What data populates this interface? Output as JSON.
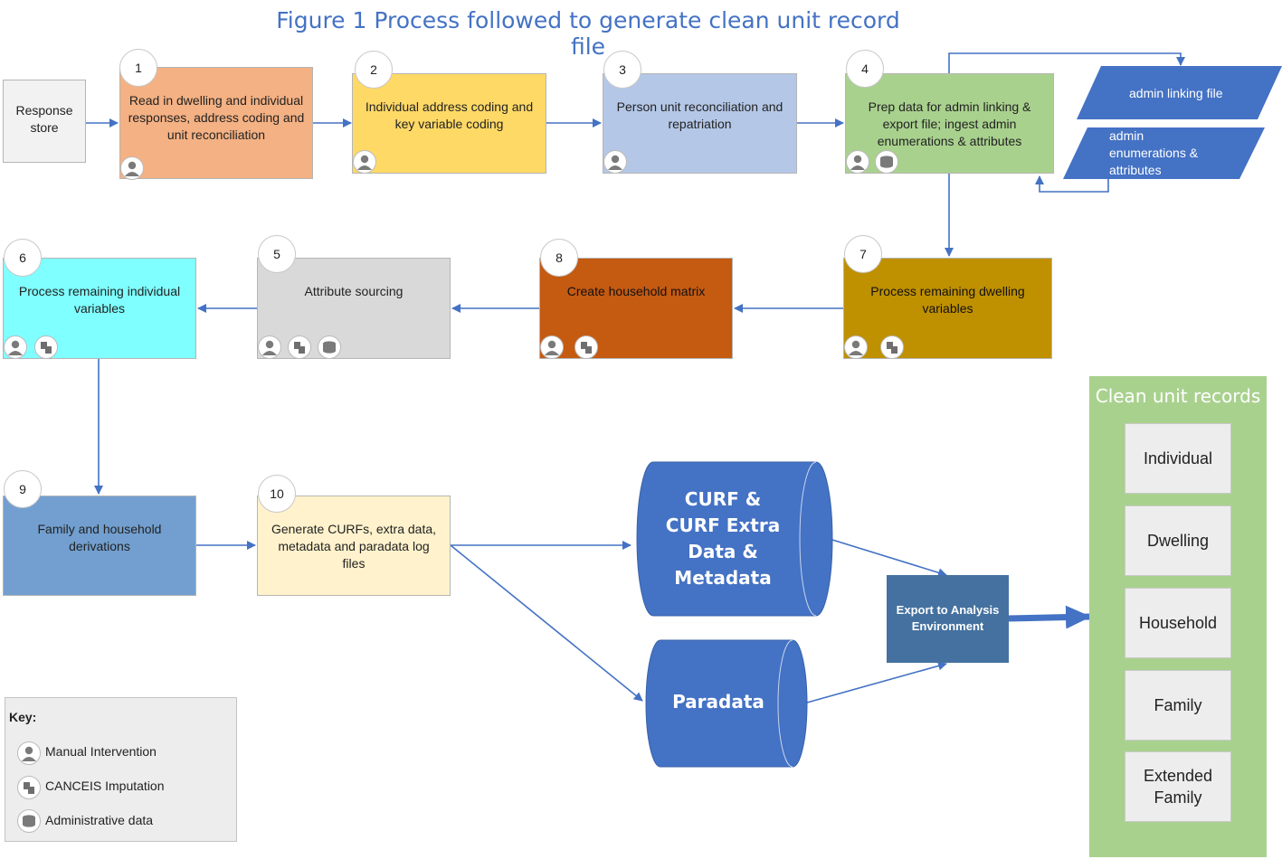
{
  "title": "Figure 1  Process followed to generate clean unit record file",
  "response_store": "Response store",
  "steps": [
    {
      "num": "1",
      "text": "Read in dwelling and individual responses, address coding and unit reconciliation"
    },
    {
      "num": "2",
      "text": "Individual  address coding and key variable coding"
    },
    {
      "num": "3",
      "text": "Person unit reconciliation and repatriation"
    },
    {
      "num": "4",
      "text": "Prep data for admin linking & export file; ingest admin enumerations & attributes"
    },
    {
      "num": "5",
      "text": "Attribute sourcing"
    },
    {
      "num": "6",
      "text": "Process remaining individual variables"
    },
    {
      "num": "7",
      "text": "Process remaining dwelling variables"
    },
    {
      "num": "8",
      "text": "Create household matrix"
    },
    {
      "num": "9",
      "text": "Family and household derivations"
    },
    {
      "num": "10",
      "text": "Generate CURFs, extra data, metadata and paradata log files"
    }
  ],
  "admin_linking_file": "admin linking file",
  "admin_enumerations": "admin enumerations & attributes",
  "curf_cylinder": "CURF & CURF Extra Data & Metadata",
  "paradata_cylinder": "Paradata",
  "export_box": "Export to Analysis Environment",
  "clean_title": "Clean unit records",
  "records": [
    "Individual",
    "Dwelling",
    "Household",
    "Family",
    "Extended Family"
  ],
  "key": {
    "title": "Key:",
    "manual": "Manual Intervention",
    "canceis": "CANCEIS Imputation",
    "admin": "Administrative data"
  },
  "icons": {
    "manual": "person-icon",
    "canceis": "imputation-icon",
    "admin": "database-icon"
  },
  "colors": {
    "step1": "#F4B183",
    "step2": "#FFD966",
    "step3": "#B4C7E7",
    "step4": "#A9D18E",
    "step5": "#D9D9D9",
    "step6": "#7FFFFF",
    "step7": "#BF9000",
    "step8": "#C55A11",
    "step9": "#729FCF",
    "step10": "#FFF2CC",
    "blue": "#4472C4",
    "arrow": "#4472C4"
  }
}
